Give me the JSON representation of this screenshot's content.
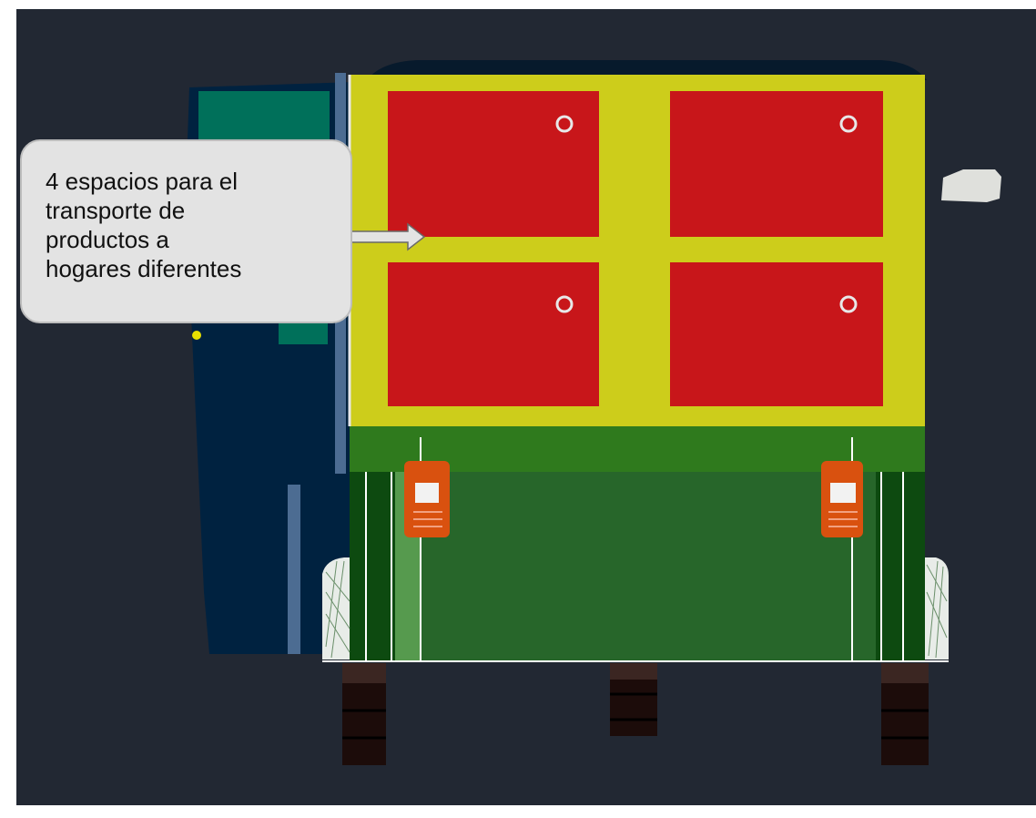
{
  "callout": {
    "lines": [
      "4 espacios para el",
      "transporte de",
      "productos a",
      "hogares diferentes"
    ]
  },
  "colors": {
    "background": "#222833",
    "cargo_frame": "#cdcd1b",
    "compartment": "#c8161a",
    "chassis": "#27662a",
    "cab": "#002240",
    "tail_light": "#d9510f",
    "callout_fill": "#e3e3e3"
  },
  "icons": {
    "compartment_lock": "lock-ring-icon",
    "callout_arrow": "arrow-right-icon"
  }
}
